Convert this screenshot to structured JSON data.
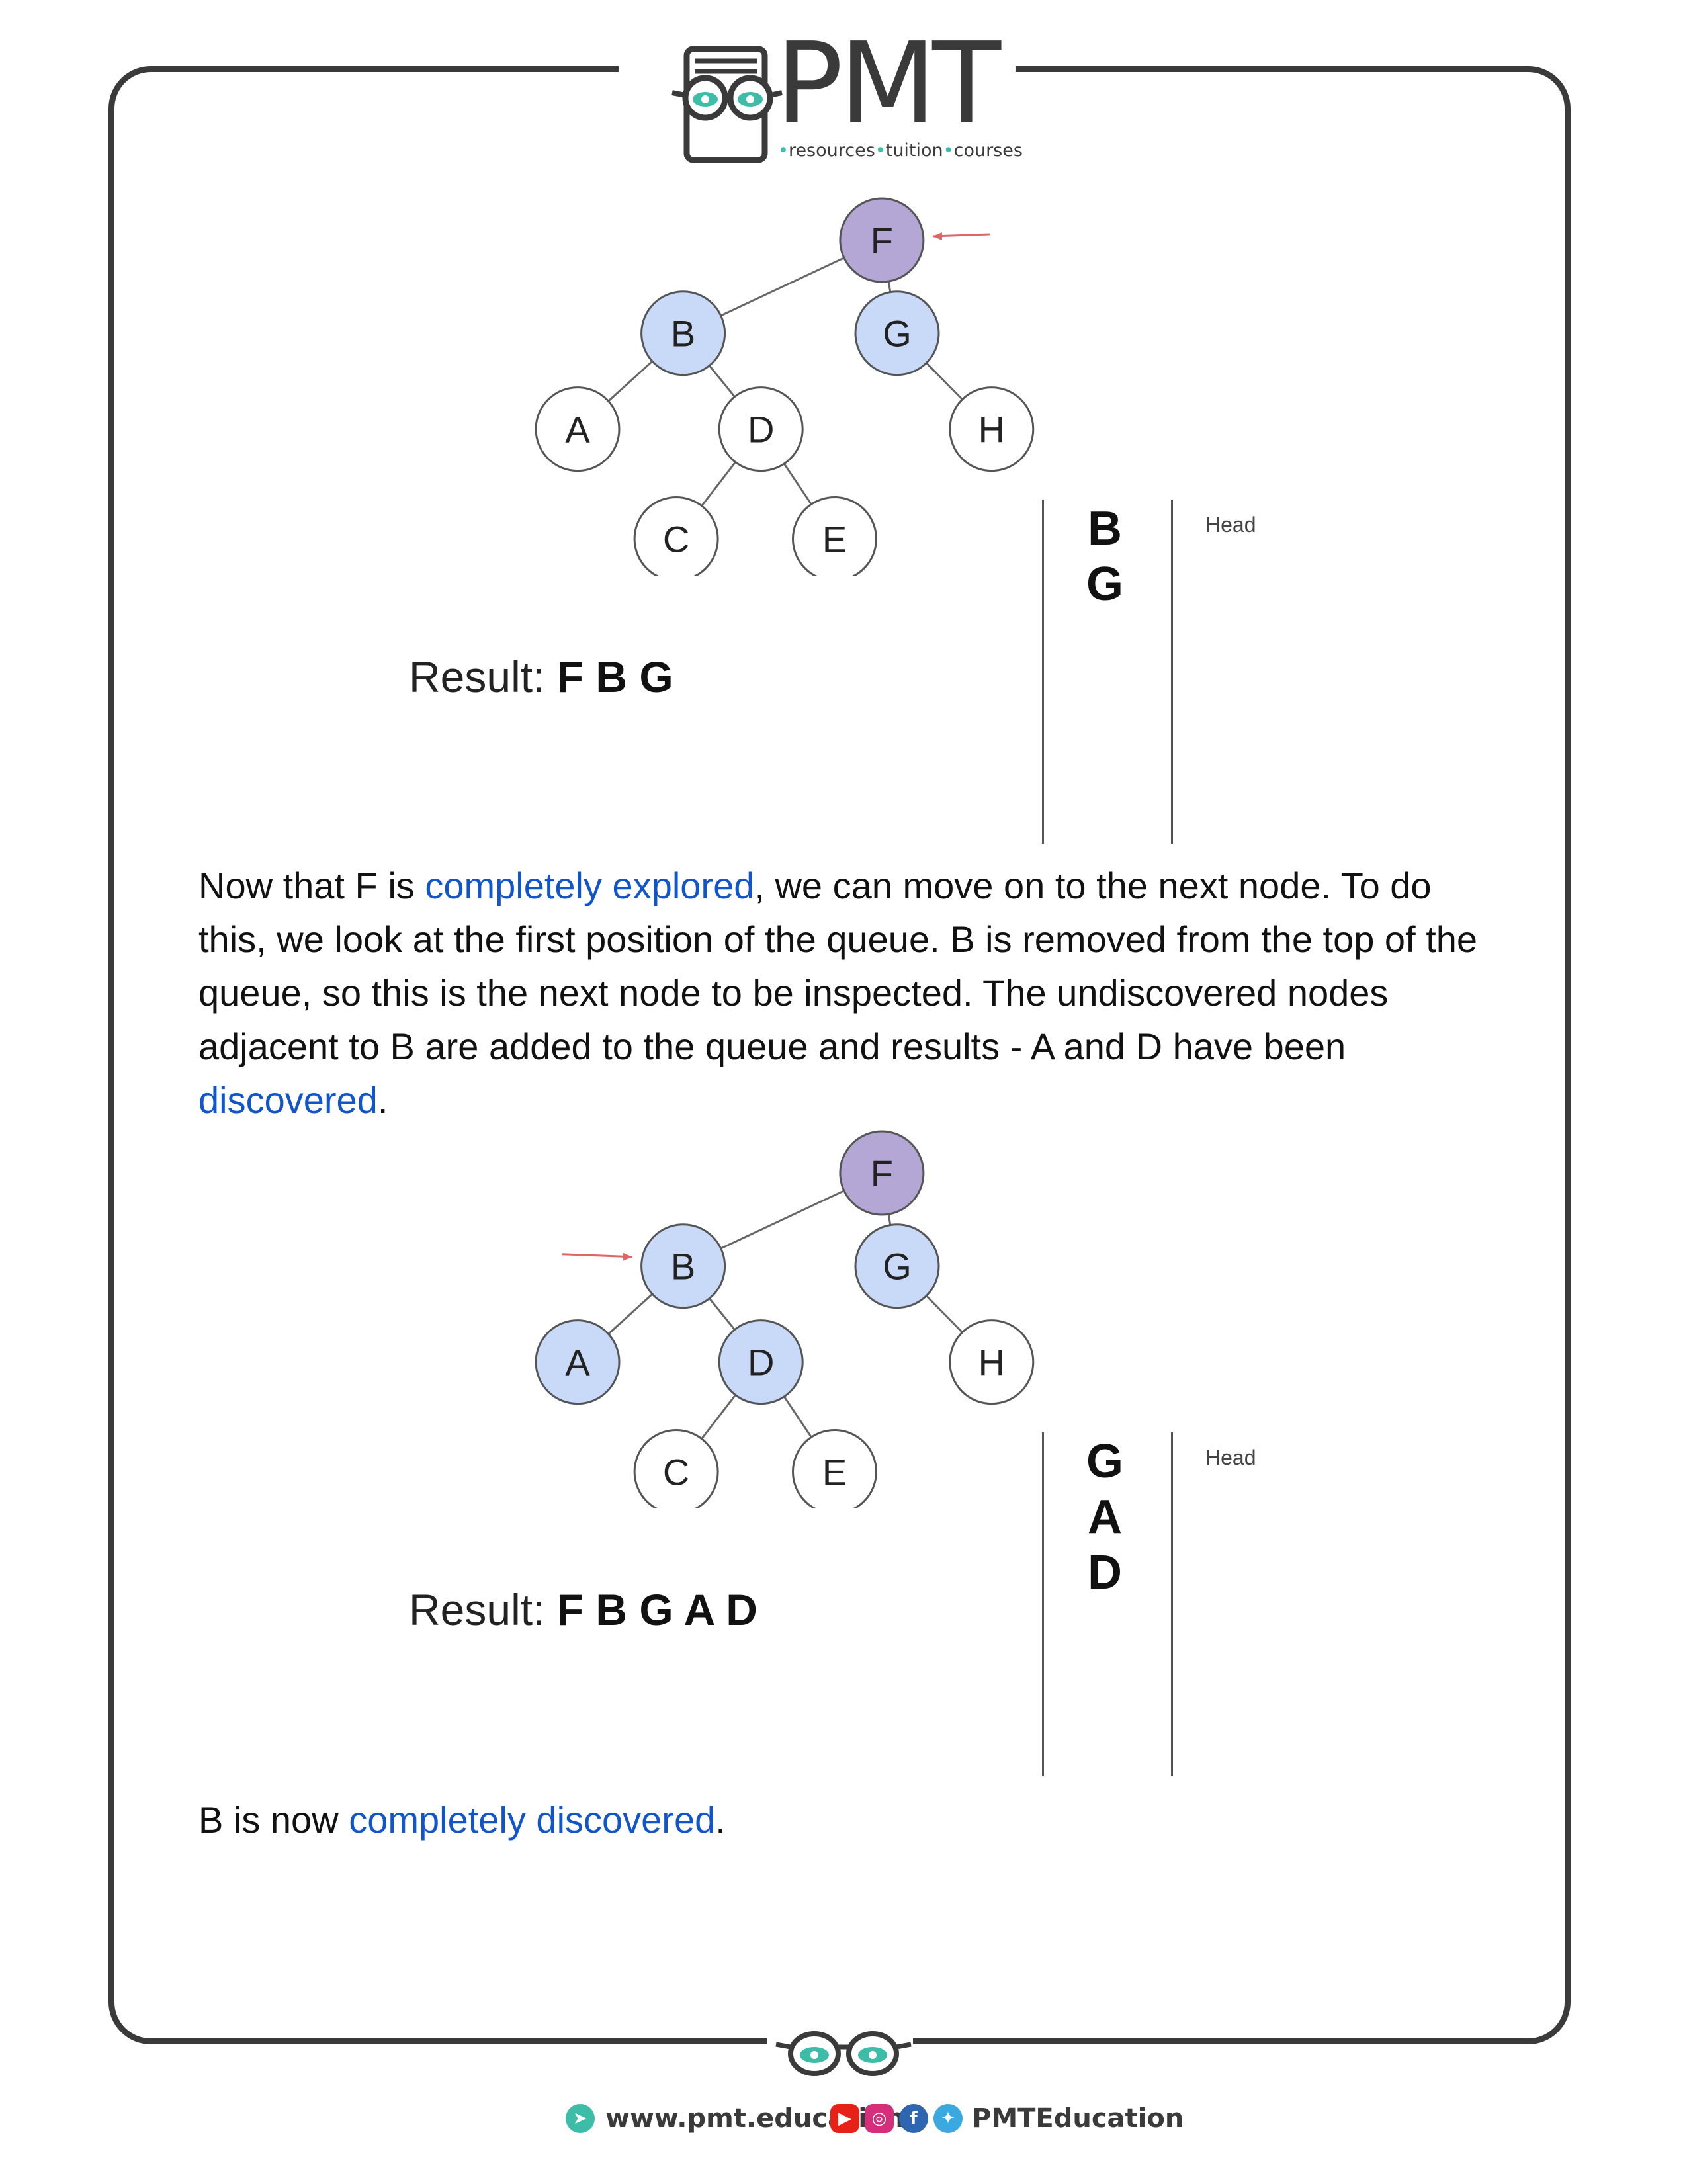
{
  "header": {
    "logo_text": "PMT",
    "tagline": [
      "resources",
      "tuition",
      "courses"
    ]
  },
  "section1": {
    "tree_nodes": [
      {
        "id": "F",
        "label": "F",
        "state": "explored"
      },
      {
        "id": "B",
        "label": "B",
        "state": "discovered"
      },
      {
        "id": "G",
        "label": "G",
        "state": "discovered"
      },
      {
        "id": "A",
        "label": "A",
        "state": "undiscovered"
      },
      {
        "id": "D",
        "label": "D",
        "state": "undiscovered"
      },
      {
        "id": "H",
        "label": "H",
        "state": "undiscovered"
      },
      {
        "id": "C",
        "label": "C",
        "state": "undiscovered"
      },
      {
        "id": "E",
        "label": "E",
        "state": "undiscovered"
      }
    ],
    "pointer_node": "F",
    "queue": [
      "B",
      "G"
    ],
    "queue_head_label": "Head",
    "result_label": "Result:",
    "result_values": "F B G"
  },
  "paragraph1": {
    "t1": "Now that F is ",
    "link1": "completely explored",
    "t2": ", we can move on to the next node. To do this, we look at the first position of the queue. B is removed from the top of the queue, so this is the next node to be inspected. The undiscovered nodes adjacent to B are added to the queue and results - A and D have been ",
    "link2": "discovered",
    "t3": "."
  },
  "section2": {
    "tree_nodes": [
      {
        "id": "F",
        "label": "F",
        "state": "explored"
      },
      {
        "id": "B",
        "label": "B",
        "state": "discovered"
      },
      {
        "id": "G",
        "label": "G",
        "state": "discovered"
      },
      {
        "id": "A",
        "label": "A",
        "state": "discovered"
      },
      {
        "id": "D",
        "label": "D",
        "state": "discovered"
      },
      {
        "id": "H",
        "label": "H",
        "state": "undiscovered"
      },
      {
        "id": "C",
        "label": "C",
        "state": "undiscovered"
      },
      {
        "id": "E",
        "label": "E",
        "state": "undiscovered"
      }
    ],
    "pointer_node": "B",
    "queue": [
      "G",
      "A",
      "D"
    ],
    "queue_head_label": "Head",
    "result_label": "Result:",
    "result_values": "F B G A D"
  },
  "paragraph2": {
    "t1": "B is now ",
    "link1": "completely discovered",
    "t2": "."
  },
  "footer": {
    "website": "www.pmt.education",
    "social_handle": "PMTEducation",
    "icons": [
      "cursor-icon",
      "youtube-icon",
      "instagram-icon",
      "facebook-icon",
      "twitter-icon"
    ]
  },
  "colors": {
    "explored": "#b4a7d6",
    "discovered": "#c9daf8",
    "undiscovered": "#ffffff",
    "link": "#1155cc",
    "pointer_arrow": "#e06666",
    "brand_teal": "#3dbca7",
    "frame": "#3a3a3a"
  }
}
